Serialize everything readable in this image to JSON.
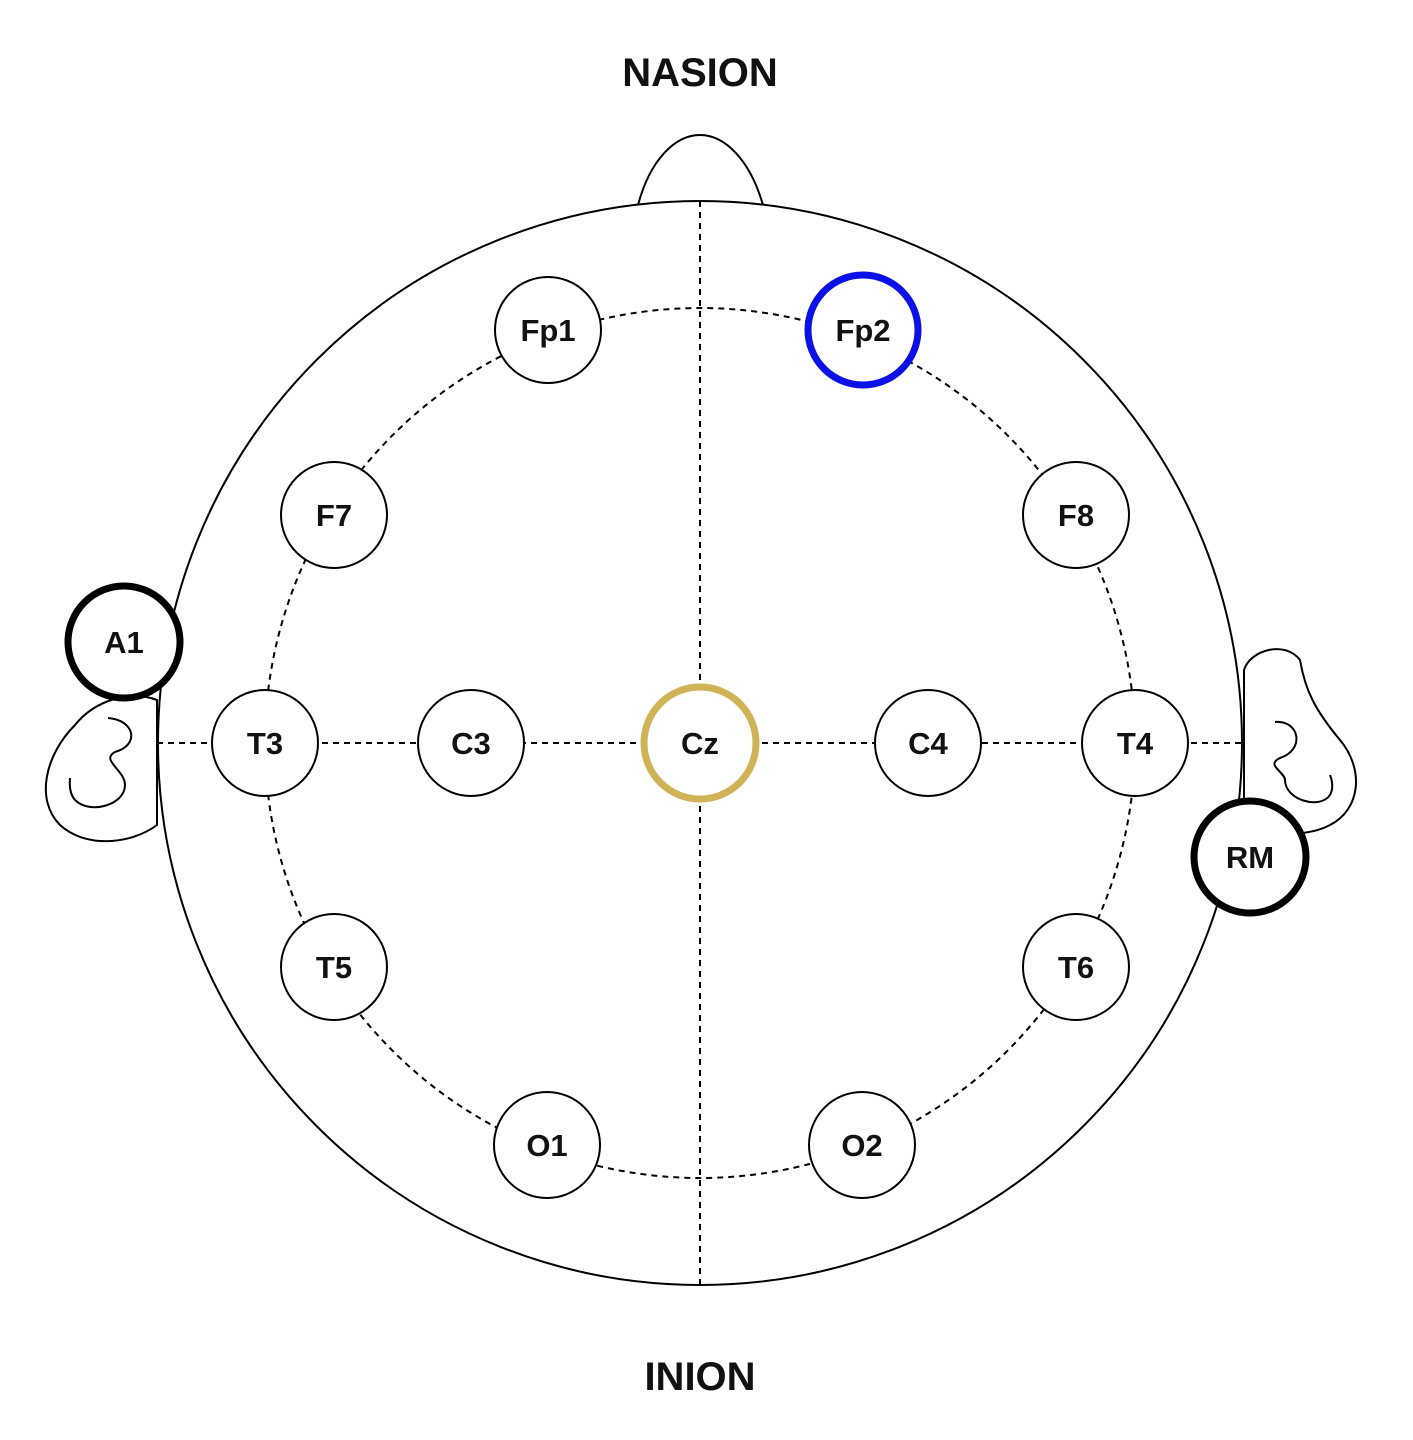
{
  "landmarks": {
    "top": "NASION",
    "bottom": "INION"
  },
  "colors": {
    "highlight_blue": "#0a10e6",
    "highlight_gold": "#d0b257",
    "reference_black": "#000000",
    "default_stroke": "#000000"
  },
  "electrodes": [
    {
      "id": "Fp1",
      "label": "Fp1",
      "style": "normal"
    },
    {
      "id": "Fp2",
      "label": "Fp2",
      "style": "blue"
    },
    {
      "id": "F7",
      "label": "F7",
      "style": "normal"
    },
    {
      "id": "F8",
      "label": "F8",
      "style": "normal"
    },
    {
      "id": "A1",
      "label": "A1",
      "style": "bold"
    },
    {
      "id": "T3",
      "label": "T3",
      "style": "normal"
    },
    {
      "id": "C3",
      "label": "C3",
      "style": "normal"
    },
    {
      "id": "Cz",
      "label": "Cz",
      "style": "gold"
    },
    {
      "id": "C4",
      "label": "C4",
      "style": "normal"
    },
    {
      "id": "T4",
      "label": "T4",
      "style": "normal"
    },
    {
      "id": "RM",
      "label": "RM",
      "style": "bold"
    },
    {
      "id": "T5",
      "label": "T5",
      "style": "normal"
    },
    {
      "id": "T6",
      "label": "T6",
      "style": "normal"
    },
    {
      "id": "O1",
      "label": "O1",
      "style": "normal"
    },
    {
      "id": "O2",
      "label": "O2",
      "style": "normal"
    }
  ]
}
